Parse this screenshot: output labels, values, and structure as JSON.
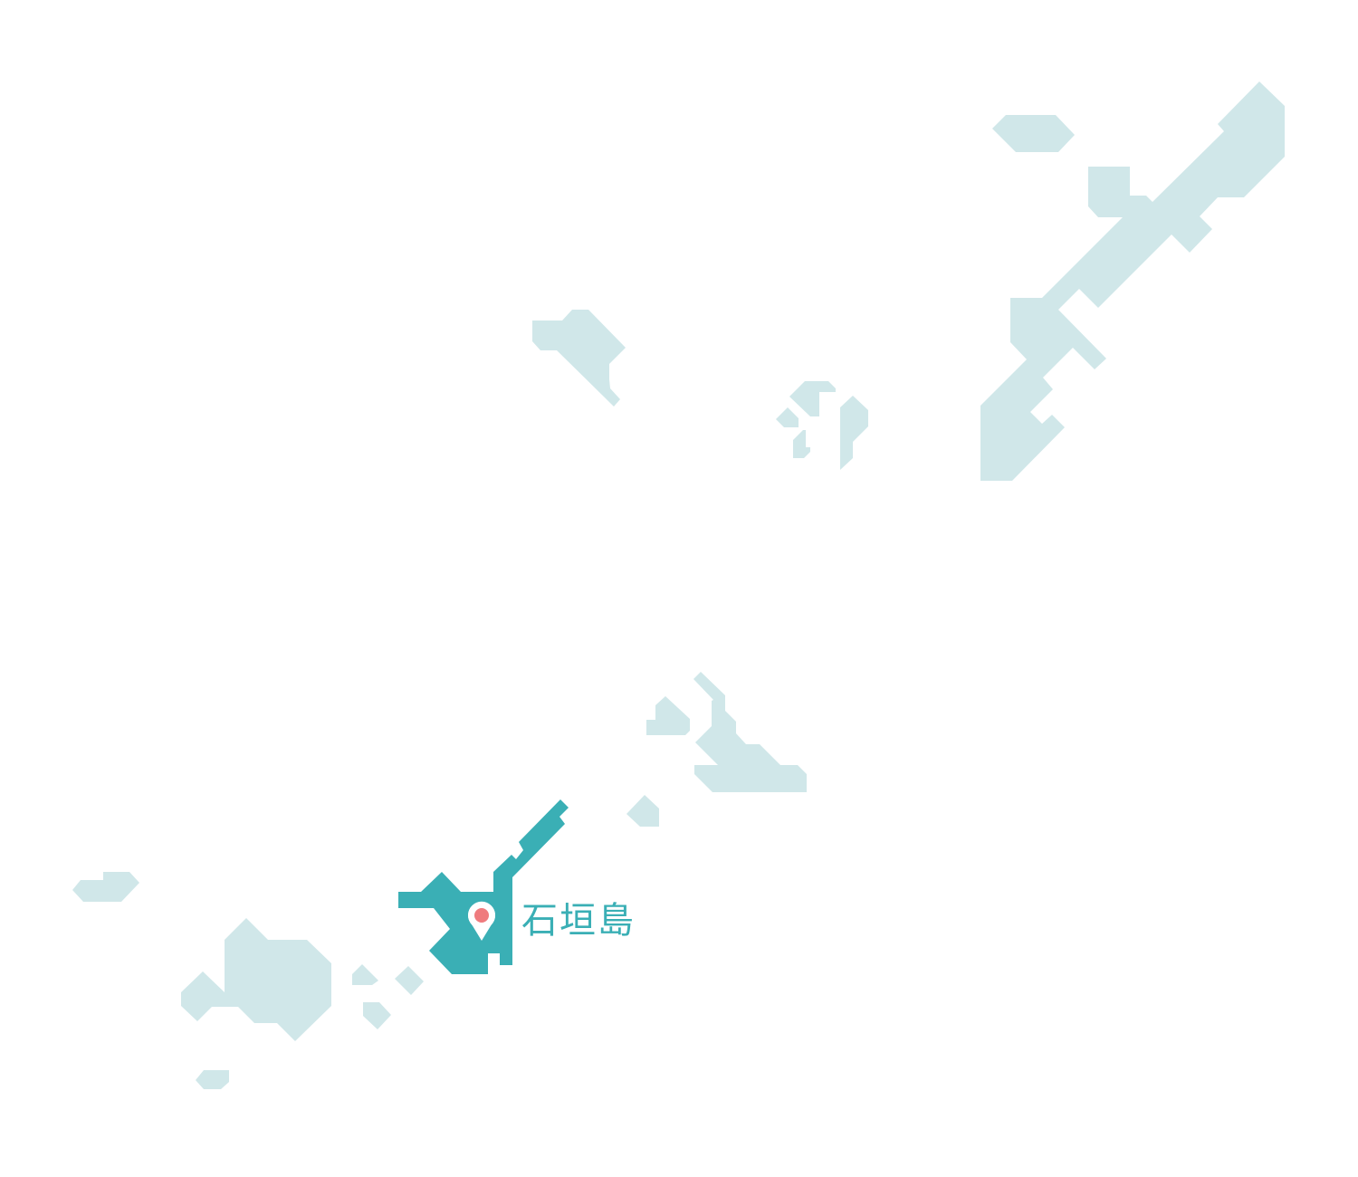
{
  "map": {
    "colors": {
      "background": "#FFFFFF",
      "island": "#D0E7E9",
      "selected_island": "#3AAFB5",
      "pin_body": "#FFFFFF",
      "pin_dot": "#EF7B7E",
      "label": "#3AAFB5"
    },
    "selected": {
      "name": "石垣島",
      "marker_icon": "map-pin-icon"
    },
    "islands": [
      {
        "id": "okinawa-main"
      },
      {
        "id": "iheya-hexagon"
      },
      {
        "id": "kume"
      },
      {
        "id": "kerama-a"
      },
      {
        "id": "kerama-b"
      },
      {
        "id": "kerama-c"
      },
      {
        "id": "kerama-d"
      },
      {
        "id": "miyako"
      },
      {
        "id": "ikema"
      },
      {
        "id": "tarama"
      },
      {
        "id": "ishigaki",
        "selected": true
      },
      {
        "id": "yonaguni"
      },
      {
        "id": "iriomote"
      },
      {
        "id": "hateruma"
      },
      {
        "id": "taketomi-a"
      },
      {
        "id": "taketomi-b"
      },
      {
        "id": "kuroshima"
      }
    ]
  }
}
